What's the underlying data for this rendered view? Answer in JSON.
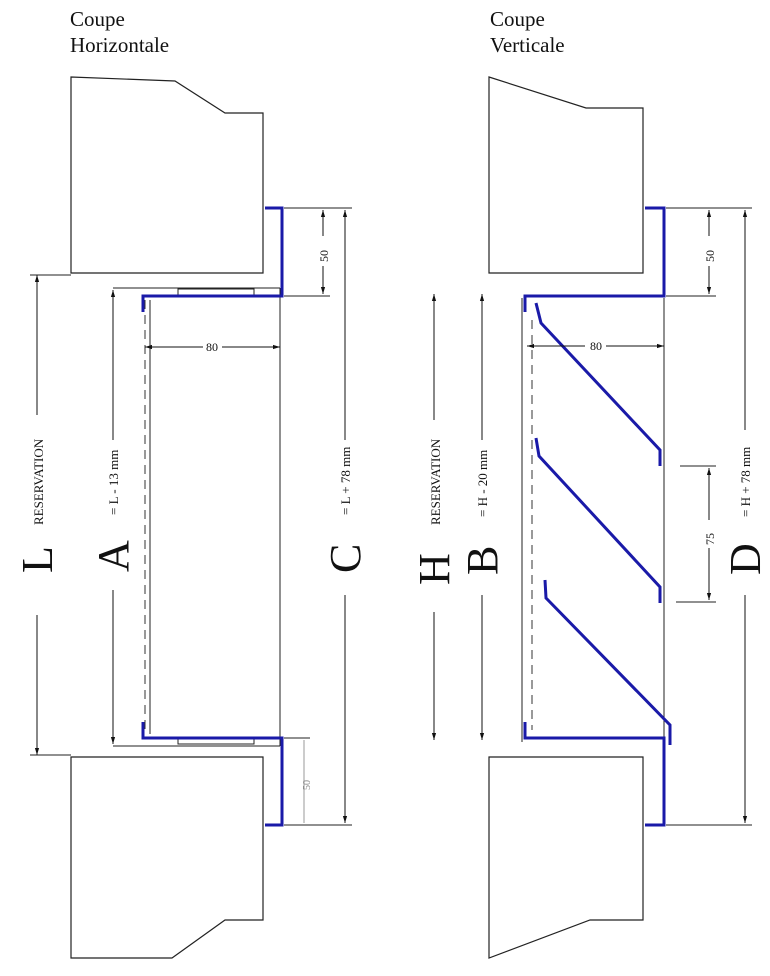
{
  "left_section": {
    "title_line1": "Coupe",
    "title_line2": "Horizontale",
    "dim_reservation_letter": "L",
    "dim_reservation_word": "RESERVATION",
    "dim_a_letter": "A",
    "dim_a_formula": "= L - 13 mm",
    "dim_c_letter": "C",
    "dim_c_formula": "= L + 78 mm",
    "dim_depth": "80",
    "dim_flange_top": "50",
    "dim_flange_bottom": "50"
  },
  "right_section": {
    "title_line1": "Coupe",
    "title_line2": "Verticale",
    "dim_reservation_letter": "H",
    "dim_reservation_word": "RESERVATION",
    "dim_b_letter": "B",
    "dim_b_formula": "= H - 20 mm",
    "dim_d_letter": "D",
    "dim_d_formula": "= H + 78 mm",
    "dim_depth": "80",
    "dim_flange_top": "50",
    "dim_pitch": "75"
  },
  "colors": {
    "frame": "#1a1aa8",
    "lines": "#222222",
    "background": "#ffffff"
  }
}
